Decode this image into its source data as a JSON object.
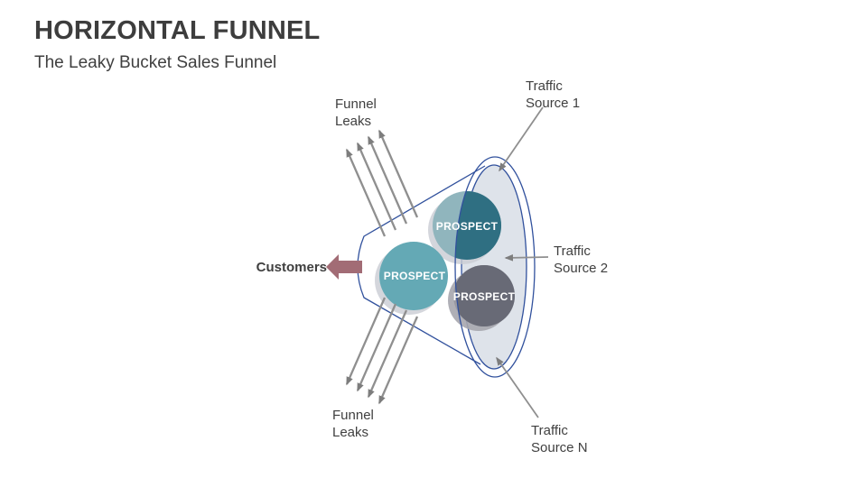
{
  "header": {
    "title": "HORIZONTAL FUNNEL",
    "subtitle": "The Leaky Bucket Sales Funnel"
  },
  "diagram": {
    "labels": {
      "funnel_leaks_top": "Funnel Leaks",
      "funnel_leaks_bottom": "Funnel Leaks",
      "traffic_source_1": "Traffic Source 1",
      "traffic_source_2": "Traffic Source 2",
      "traffic_source_n": "Traffic Source N",
      "customers": "Customers"
    },
    "circles": [
      {
        "id": "top",
        "label": "PROSPECT",
        "color_light": "#90b5bd",
        "color_dark": "#2f6f82"
      },
      {
        "id": "left",
        "label": "PROSPECT",
        "color_light": "#64a9b5",
        "color_dark": "#64a9b5"
      },
      {
        "id": "bottom",
        "label": "PROSPECT",
        "color_light": "#9a9aa2",
        "color_dark": "#686a76"
      }
    ],
    "colors": {
      "funnel_outline": "#31519d",
      "funnel_mouth_fill": "#dee3ea",
      "arrow_shaft_gray": "#8f8f8f",
      "arrow_head_gray": "#7d7d7d",
      "customers_arrow": "#a26c75",
      "label_text": "#3f3f3f",
      "prospect_text": "#ffffff"
    }
  }
}
